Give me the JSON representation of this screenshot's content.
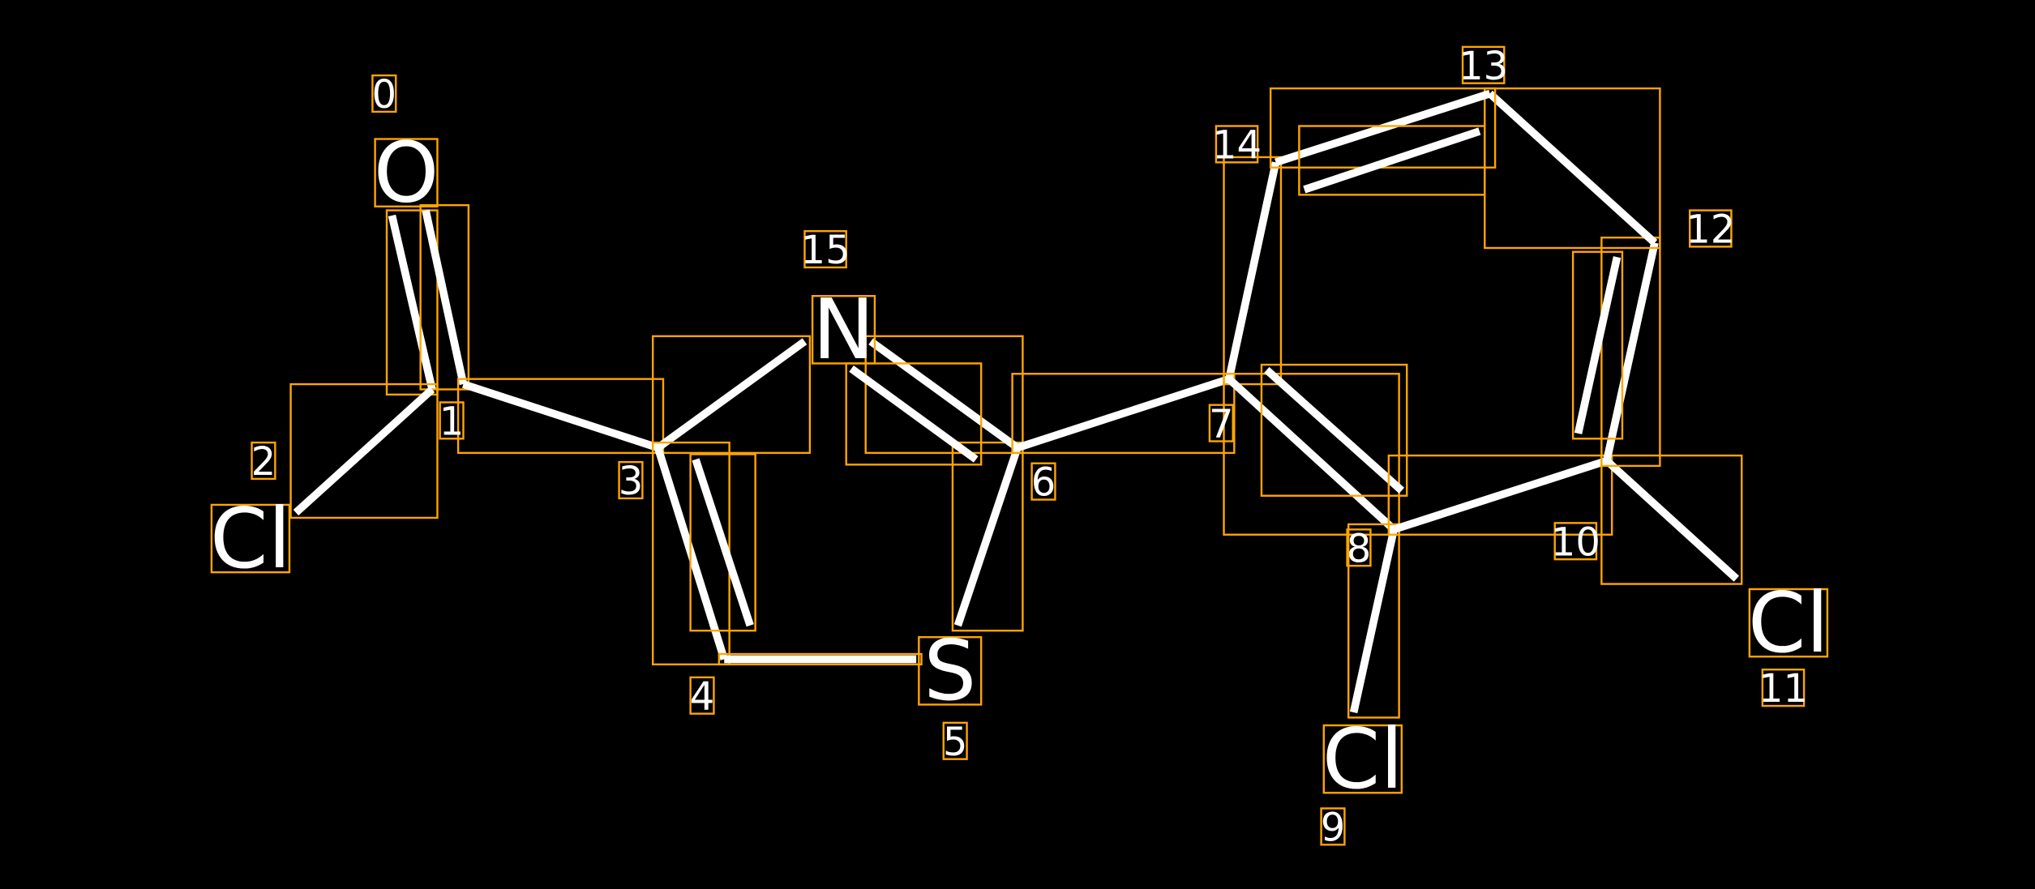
{
  "title": "Molecule annotation",
  "colors": {
    "background": "#000000",
    "bond": "#FFFFFF",
    "box": "#FFA500"
  },
  "atoms": [
    {
      "index": "0",
      "element": "O"
    },
    {
      "index": "1",
      "element": ""
    },
    {
      "index": "2",
      "element": "Cl"
    },
    {
      "index": "3",
      "element": ""
    },
    {
      "index": "4",
      "element": ""
    },
    {
      "index": "5",
      "element": "S"
    },
    {
      "index": "6",
      "element": ""
    },
    {
      "index": "7",
      "element": ""
    },
    {
      "index": "8",
      "element": ""
    },
    {
      "index": "9",
      "element": "Cl"
    },
    {
      "index": "10",
      "element": ""
    },
    {
      "index": "11",
      "element": "Cl"
    },
    {
      "index": "12",
      "element": ""
    },
    {
      "index": "13",
      "element": ""
    },
    {
      "index": "14",
      "element": ""
    },
    {
      "index": "15",
      "element": "N"
    }
  ],
  "bonds": [
    {
      "a": 0,
      "b": 1,
      "order": 2
    },
    {
      "a": 1,
      "b": 2,
      "order": 1
    },
    {
      "a": 1,
      "b": 3,
      "order": 1
    },
    {
      "a": 3,
      "b": 15,
      "order": 1
    },
    {
      "a": 3,
      "b": 4,
      "order": 2
    },
    {
      "a": 4,
      "b": 5,
      "order": 1
    },
    {
      "a": 5,
      "b": 6,
      "order": 1
    },
    {
      "a": 6,
      "b": 15,
      "order": 2
    },
    {
      "a": 6,
      "b": 7,
      "order": 1
    },
    {
      "a": 7,
      "b": 14,
      "order": 1
    },
    {
      "a": 7,
      "b": 8,
      "order": 2
    },
    {
      "a": 8,
      "b": 9,
      "order": 1
    },
    {
      "a": 8,
      "b": 10,
      "order": 1
    },
    {
      "a": 10,
      "b": 11,
      "order": 1
    },
    {
      "a": 10,
      "b": 12,
      "order": 2
    },
    {
      "a": 12,
      "b": 13,
      "order": 1
    },
    {
      "a": 13,
      "b": 14,
      "order": 2
    }
  ]
}
